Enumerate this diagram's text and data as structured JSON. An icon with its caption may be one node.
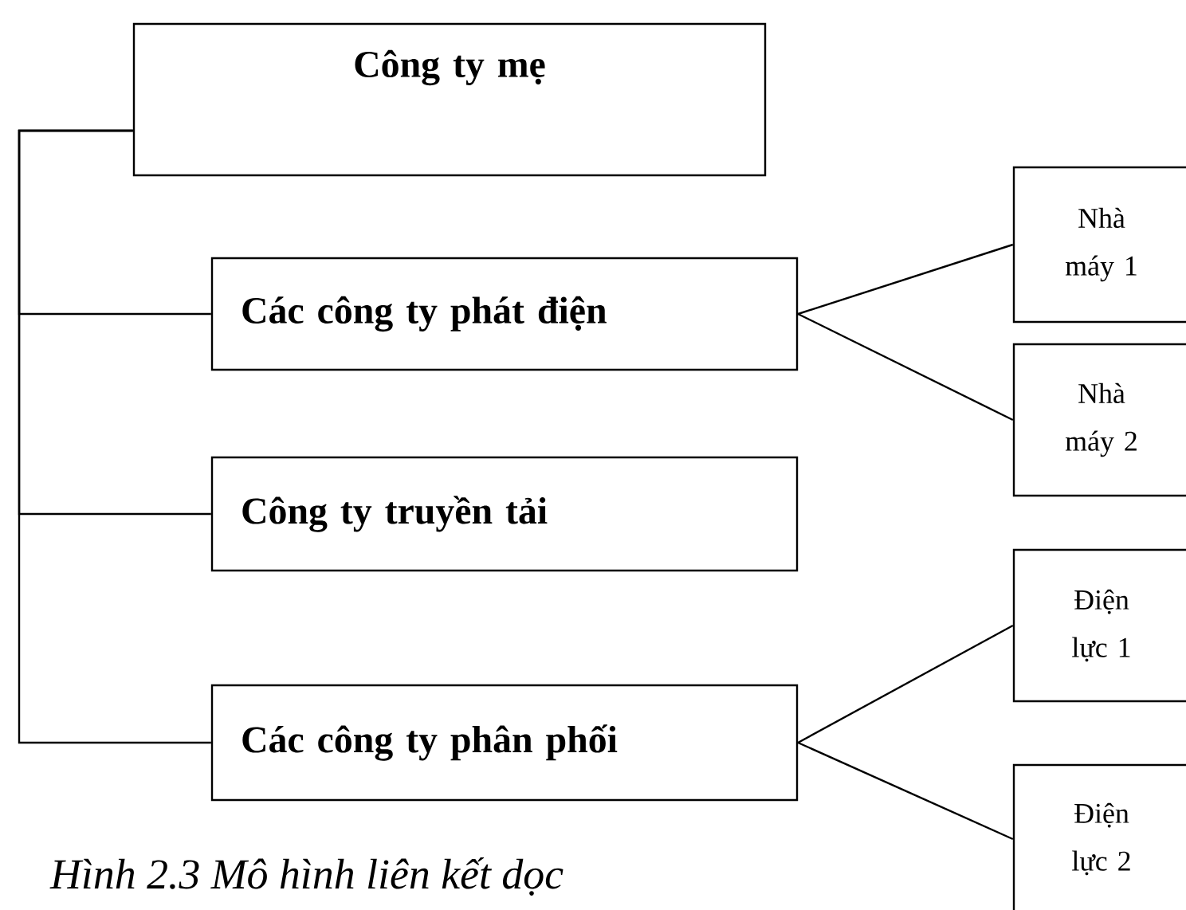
{
  "diagram": {
    "caption": "Hình 2.3 Mô hình liên kết dọc",
    "nodes": [
      {
        "text": [
          "Công ty mẹ"
        ]
      },
      {
        "text": [
          "Các công ty phát điện"
        ]
      },
      {
        "text": [
          "Công ty truyền tải"
        ]
      },
      {
        "text": [
          "Các công ty phân phối"
        ]
      },
      {
        "text": [
          "Nhà máy 1"
        ]
      },
      {
        "text": [
          "Nhà máy 2"
        ]
      },
      {
        "text": [
          "Điện lực 1"
        ]
      },
      {
        "text": [
          "Điện lực 2"
        ]
      }
    ],
    "edges": [
      {
        "from": 0,
        "to": 1,
        "arrow": "none"
      },
      {
        "from": 0,
        "to": 2,
        "arrow": "none"
      },
      {
        "from": 0,
        "to": 3,
        "arrow": "none"
      },
      {
        "from": 1,
        "to": 4,
        "arrow": "none"
      },
      {
        "from": 1,
        "to": 5,
        "arrow": "none"
      },
      {
        "from": 3,
        "to": 6,
        "arrow": "none"
      },
      {
        "from": 3,
        "to": 7,
        "arrow": "none"
      }
    ]
  }
}
